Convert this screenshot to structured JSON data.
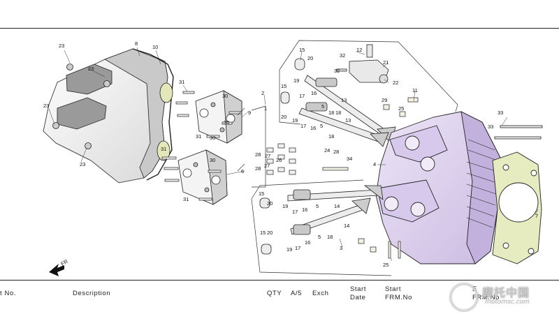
{
  "table_header": {
    "part_no": "t No.",
    "description": "Description",
    "qty": "QTY",
    "a5": "A/5",
    "exch": "Exch",
    "start_date_1": "Start",
    "start_date_2": "Date",
    "start_frm_1": "Start",
    "start_frm_2": "FRM.No",
    "end_1": "E",
    "end_2": "FRM.No"
  },
  "direction_label": "FR",
  "watermark": {
    "logo_text": "摩托中国",
    "url_text": "motomsc.com"
  },
  "callouts": {
    "c1": "23",
    "c2": "8",
    "c3": "10",
    "c4": "23",
    "c5": "23",
    "c6": "23",
    "c7": "31",
    "c8": "30",
    "c9": "30",
    "c10": "9",
    "c11": "31",
    "c12": "30",
    "c13": "31",
    "c14": "30",
    "c15": "6",
    "c16": "31",
    "c17": "2",
    "c18": "1",
    "c19": "28",
    "c20": "27",
    "c21": "26",
    "c22": "27",
    "c23": "28",
    "c24": "15",
    "c25": "20",
    "c26": "12",
    "c27": "32",
    "c28": "32",
    "c29": "21",
    "c30": "22",
    "c31": "15",
    "c32": "20",
    "c33": "19",
    "c34": "17",
    "c35": "16",
    "c36": "5",
    "c37": "18",
    "c38": "13",
    "c39": "19",
    "c40": "17",
    "c41": "16",
    "c42": "5",
    "c43": "18",
    "c44": "13",
    "c45": "29",
    "c46": "25",
    "c47": "11",
    "c48": "33",
    "c49": "33",
    "c50": "24",
    "c51": "28",
    "c52": "34",
    "c53": "4",
    "c54": "15",
    "c55": "20",
    "c56": "19",
    "c57": "17",
    "c58": "16",
    "c59": "5",
    "c60": "14",
    "c61": "15",
    "c62": "20",
    "c63": "19",
    "c64": "17",
    "c65": "16",
    "c66": "5",
    "c67": "14",
    "c68": "3",
    "c69": "25",
    "c70": "7",
    "c71": "18",
    "c72": "18"
  },
  "colors": {
    "head_fill": "#ddd0ee",
    "gasket_fill": "#e4e8b8",
    "outline": "#222222",
    "seal_fill": "#e6ecc0"
  }
}
